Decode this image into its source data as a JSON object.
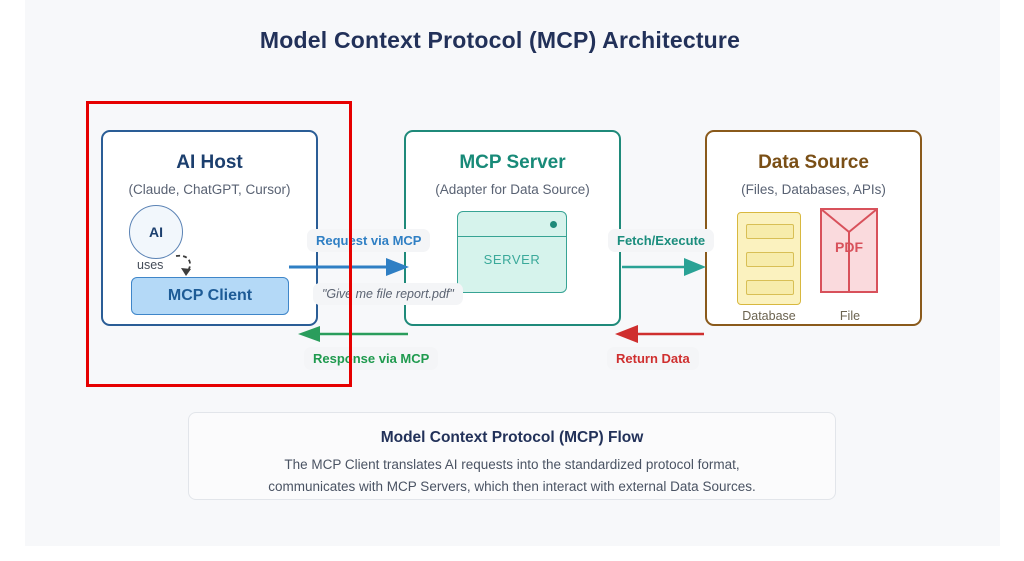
{
  "diagram": {
    "title": "Model Context Protocol (MCP) Architecture",
    "highlight_color": "#e60000",
    "nodes": [
      {
        "id": "ai-host",
        "title": "AI Host",
        "subtitle": "(Claude, ChatGPT, Cursor)",
        "accent": "#1c3f6e",
        "inner": {
          "circle_label": "AI",
          "relation_label": "uses",
          "client_label": "MCP Client"
        }
      },
      {
        "id": "mcp-server",
        "title": "MCP Server",
        "subtitle": "(Adapter for Data Source)",
        "accent": "#188a78",
        "inner": {
          "server_label": "SERVER"
        }
      },
      {
        "id": "data-source",
        "title": "Data Source",
        "subtitle": "(Files, Databases, APIs)",
        "accent": "#7a4f16",
        "inner": {
          "database_caption": "Database",
          "file_caption": "File",
          "pdf_label": "PDF"
        }
      }
    ],
    "flows": [
      {
        "id": "request",
        "label": "Request via MCP",
        "color": "#2f7fc4",
        "direction": "right"
      },
      {
        "id": "quote",
        "label": "\"Give me file report.pdf\"",
        "color": "#5b6372",
        "direction": "none"
      },
      {
        "id": "response",
        "label": "Response via MCP",
        "color": "#1f9a4e",
        "direction": "left"
      },
      {
        "id": "fetch",
        "label": "Fetch/Execute",
        "color": "#1b8d7d",
        "direction": "right"
      },
      {
        "id": "return",
        "label": "Return Data",
        "color": "#cf2f2f",
        "direction": "left"
      }
    ],
    "footer": {
      "title": "Model Context Protocol (MCP) Flow",
      "line1": "The MCP Client translates AI requests into the standardized protocol format,",
      "line2": "communicates with MCP Servers, which then interact with external Data Sources."
    }
  }
}
